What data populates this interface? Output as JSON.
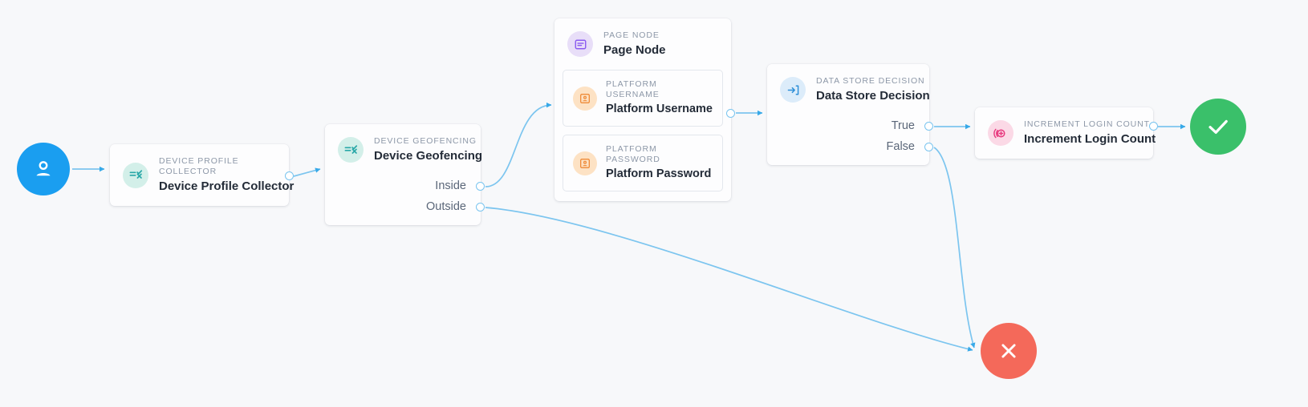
{
  "canvas": {
    "background": "#f7f8fa",
    "edge_color": "#7cc5ef",
    "connector_dot_color": "#79c4ef"
  },
  "terminals": [
    {
      "id": "start",
      "name": "start-node",
      "icon": "user-icon",
      "color": "#1a9ef0",
      "label": ""
    },
    {
      "id": "success",
      "name": "success-node",
      "icon": "check-icon",
      "color": "#3ac06a",
      "label": ""
    },
    {
      "id": "failure",
      "name": "failure-node",
      "icon": "close-icon",
      "color": "#f4695a",
      "label": ""
    }
  ],
  "nodes": {
    "device_profile_collector": {
      "kicker": "DEVICE PROFILE COLLECTOR",
      "title": "Device Profile Collector",
      "icon": "equals-check-x-icon",
      "icon_bg": "#d3efe9",
      "icon_fg": "#2aa8a8"
    },
    "device_geofencing": {
      "kicker": "DEVICE GEOFENCING",
      "title": "Device Geofencing",
      "icon": "equals-check-x-icon",
      "icon_bg": "#d3efe9",
      "icon_fg": "#2aa8a8",
      "outcomes": [
        "Inside",
        "Outside"
      ]
    },
    "page_node": {
      "kicker": "PAGE NODE",
      "title": "Page Node",
      "icon": "page-icon",
      "icon_bg": "#e8def8",
      "icon_fg": "#8b5cf0",
      "children": [
        {
          "kicker": "PLATFORM USERNAME",
          "title": "Platform Username",
          "icon": "id-card-icon",
          "icon_bg": "#fde2c4",
          "icon_fg": "#ef8c3a"
        },
        {
          "kicker": "PLATFORM PASSWORD",
          "title": "Platform Password",
          "icon": "id-card-icon",
          "icon_bg": "#fde2c4",
          "icon_fg": "#ef8c3a"
        }
      ]
    },
    "data_store_decision": {
      "kicker": "DATA STORE DECISION",
      "title": "Data Store Decision",
      "icon": "login-arrow-icon",
      "icon_bg": "#dcecfa",
      "icon_fg": "#2f8fd8",
      "outcomes": [
        "True",
        "False"
      ]
    },
    "increment_login_count": {
      "kicker": "INCREMENT LOGIN COUNT",
      "title": "Increment Login Count",
      "icon": "circle-plus-icon",
      "icon_bg": "#fbd9e6",
      "icon_fg": "#e8397e"
    }
  }
}
